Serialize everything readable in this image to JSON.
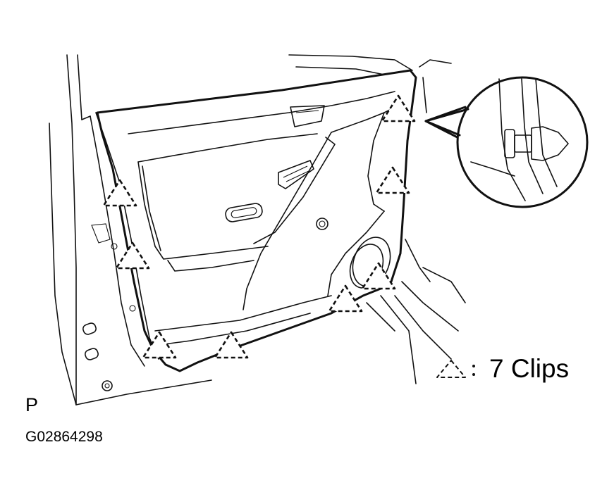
{
  "legend": {
    "symbol": "△:",
    "text": "7 Clips"
  },
  "corner_letter": "P",
  "figure_code": "G02864298",
  "clip_count": 7,
  "colors": {
    "line": "#111111",
    "background": "#ffffff"
  }
}
